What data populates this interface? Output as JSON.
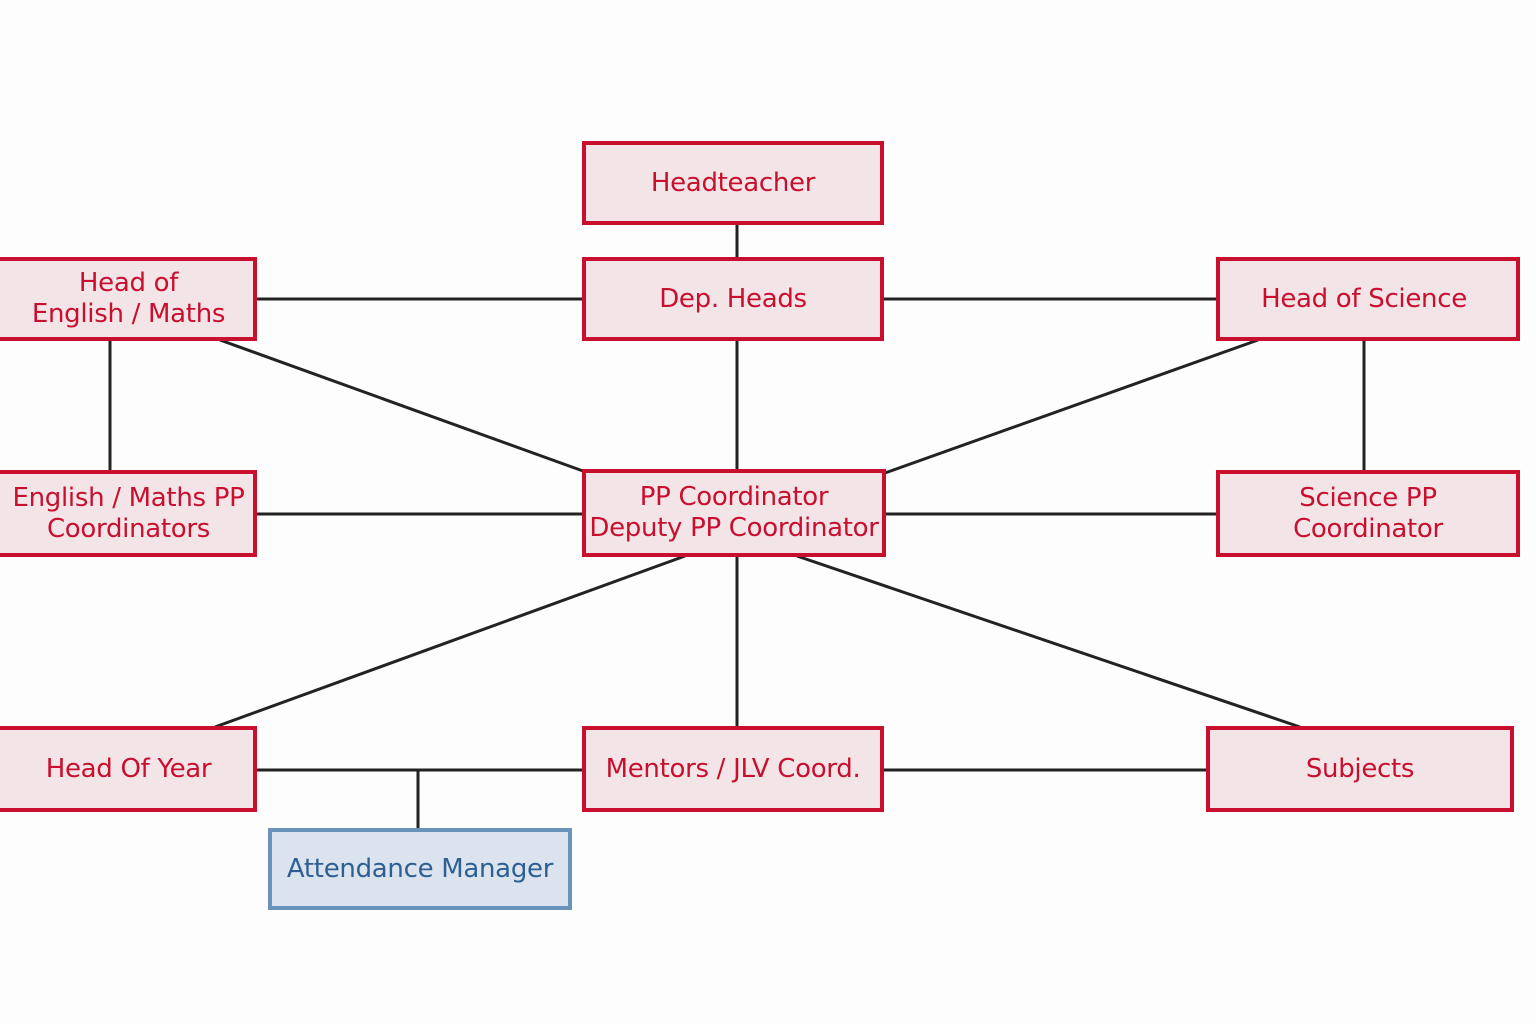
{
  "diagram": {
    "title": "",
    "colors": {
      "primary_border": "#c8102e",
      "primary_fill": "#f3e4e8",
      "secondary_border": "#6a93bb",
      "secondary_fill": "#dbe4ee",
      "connector": "#222222"
    },
    "nodes": {
      "headteacher": "Headteacher",
      "dep_heads": "Dep. Heads",
      "head_eng_maths": "Head of\nEnglish / Maths",
      "head_science": "Head of Science",
      "pp_coord": "PP Coordinator\nDeputy PP Coordinator",
      "eng_maths_pp": "English / Maths PP\nCoordinators",
      "science_pp": "Science PP\nCoordinator",
      "head_of_year": "Head Of Year",
      "mentors": "Mentors / JLV Coord.",
      "subjects": "Subjects",
      "attendance": "Attendance Manager"
    },
    "edges": [
      [
        "headteacher",
        "dep_heads"
      ],
      [
        "head_eng_maths",
        "dep_heads"
      ],
      [
        "dep_heads",
        "head_science"
      ],
      [
        "dep_heads",
        "pp_coord"
      ],
      [
        "head_eng_maths",
        "eng_maths_pp"
      ],
      [
        "head_eng_maths",
        "pp_coord"
      ],
      [
        "head_science",
        "science_pp"
      ],
      [
        "head_science",
        "pp_coord"
      ],
      [
        "eng_maths_pp",
        "pp_coord"
      ],
      [
        "pp_coord",
        "science_pp"
      ],
      [
        "pp_coord",
        "head_of_year"
      ],
      [
        "pp_coord",
        "mentors"
      ],
      [
        "pp_coord",
        "subjects"
      ],
      [
        "head_of_year",
        "mentors"
      ],
      [
        "mentors",
        "subjects"
      ],
      [
        "head_of_year",
        "attendance"
      ]
    ]
  }
}
